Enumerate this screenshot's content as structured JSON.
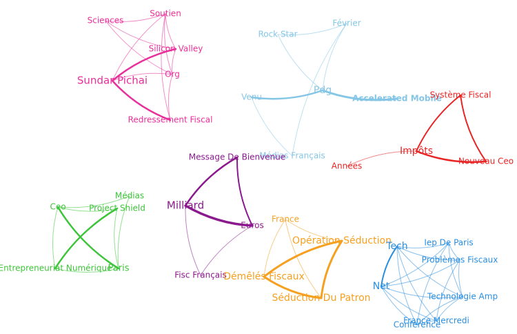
{
  "graph": {
    "clusters": [
      {
        "id": "pink",
        "color": "#e8309a",
        "nodes": [
          {
            "id": "sciences",
            "label": "Sciences",
            "size": 12
          },
          {
            "id": "soutien",
            "label": "Soutien",
            "size": 12
          },
          {
            "id": "silicon_valley",
            "label": "Silicon Valley",
            "size": 12
          },
          {
            "id": "org",
            "label": "Org",
            "size": 12
          },
          {
            "id": "sundar_pichai",
            "label": "Sundar Pichai",
            "size": 15
          },
          {
            "id": "redressement_fiscal",
            "label": "Redressement Fiscal",
            "size": 12
          }
        ],
        "edges": [
          [
            "sciences",
            "soutien",
            1
          ],
          [
            "sciences",
            "org",
            1
          ],
          [
            "sciences",
            "silicon_valley",
            1
          ],
          [
            "soutien",
            "silicon_valley",
            1
          ],
          [
            "soutien",
            "sundar_pichai",
            1
          ],
          [
            "soutien",
            "org",
            1
          ],
          [
            "silicon_valley",
            "sundar_pichai",
            2.5
          ],
          [
            "silicon_valley",
            "org",
            1
          ],
          [
            "org",
            "sundar_pichai",
            1
          ],
          [
            "org",
            "redressement_fiscal",
            1
          ],
          [
            "sundar_pichai",
            "redressement_fiscal",
            2.5
          ],
          [
            "soutien",
            "redressement_fiscal",
            1
          ]
        ]
      },
      {
        "id": "light-blue",
        "color": "#85c6e6",
        "nodes": [
          {
            "id": "rock_star",
            "label": "Rock Star",
            "size": 12
          },
          {
            "id": "fevrier",
            "label": "Février",
            "size": 12
          },
          {
            "id": "venu",
            "label": "Venu",
            "size": 12
          },
          {
            "id": "pdg",
            "label": "Pdg",
            "size": 14
          },
          {
            "id": "accelerated_mobile",
            "label": "Accelerated Mobile",
            "size": 12,
            "bold": true
          },
          {
            "id": "medias_francais",
            "label": "Médias Français",
            "size": 12
          }
        ],
        "edges": [
          [
            "rock_star",
            "fevrier",
            1
          ],
          [
            "rock_star",
            "pdg",
            1
          ],
          [
            "fevrier",
            "pdg",
            1
          ],
          [
            "venu",
            "pdg",
            2.5
          ],
          [
            "pdg",
            "accelerated_mobile",
            3
          ],
          [
            "venu",
            "medias_francais",
            1
          ],
          [
            "fevrier",
            "medias_francais",
            1
          ]
        ]
      },
      {
        "id": "red",
        "color": "#e82424",
        "nodes": [
          {
            "id": "systeme_fiscal",
            "label": "Système Fiscal",
            "size": 12
          },
          {
            "id": "impots",
            "label": "Impôts",
            "size": 14
          },
          {
            "id": "annees",
            "label": "Années",
            "size": 12
          },
          {
            "id": "nouveau_ceo",
            "label": "Nouveau Ceo",
            "size": 12
          }
        ],
        "edges": [
          [
            "systeme_fiscal",
            "impots",
            2
          ],
          [
            "systeme_fiscal",
            "nouveau_ceo",
            2
          ],
          [
            "impots",
            "nouveau_ceo",
            2.5
          ],
          [
            "impots",
            "annees",
            1
          ]
        ]
      },
      {
        "id": "purple",
        "color": "#8a1a8e",
        "nodes": [
          {
            "id": "message_bienvenue",
            "label": "Message De Bienvenue",
            "size": 12
          },
          {
            "id": "milliard",
            "label": "Milliard",
            "size": 15
          },
          {
            "id": "euros",
            "label": "Euros",
            "size": 12
          },
          {
            "id": "fisc_francais",
            "label": "Fisc Français",
            "size": 12
          }
        ],
        "edges": [
          [
            "message_bienvenue",
            "milliard",
            2.5
          ],
          [
            "message_bienvenue",
            "euros",
            2
          ],
          [
            "milliard",
            "euros",
            3.5
          ],
          [
            "milliard",
            "fisc_francais",
            1
          ],
          [
            "euros",
            "fisc_francais",
            1
          ]
        ]
      },
      {
        "id": "green",
        "color": "#3ec43a",
        "nodes": [
          {
            "id": "medias",
            "label": "Médias",
            "size": 12
          },
          {
            "id": "ceo",
            "label": "Ceo",
            "size": 12
          },
          {
            "id": "project_shield",
            "label": "Project Shield",
            "size": 12
          },
          {
            "id": "entrepreneuriat",
            "label": "Entrepreneuriat Numérique",
            "size": 12
          },
          {
            "id": "paris",
            "label": "Paris",
            "size": 13
          }
        ],
        "edges": [
          [
            "ceo",
            "medias",
            1
          ],
          [
            "ceo",
            "project_shield",
            1
          ],
          [
            "ceo",
            "paris",
            2.5
          ],
          [
            "ceo",
            "entrepreneuriat",
            1
          ],
          [
            "project_shield",
            "entrepreneuriat",
            2.5
          ],
          [
            "project_shield",
            "paris",
            1
          ],
          [
            "medias",
            "paris",
            1
          ],
          [
            "entrepreneuriat",
            "paris",
            1
          ]
        ]
      },
      {
        "id": "orange",
        "color": "#f5a020",
        "nodes": [
          {
            "id": "france",
            "label": "France",
            "size": 12
          },
          {
            "id": "operation_seduction",
            "label": "Opération Séduction",
            "size": 14
          },
          {
            "id": "demeles_fiscaux",
            "label": "Démêlés Fiscaux",
            "size": 14
          },
          {
            "id": "seduction_patron",
            "label": "Séduction Du Patron",
            "size": 14
          }
        ],
        "edges": [
          [
            "france",
            "operation_seduction",
            1
          ],
          [
            "france",
            "demeles_fiscaux",
            1
          ],
          [
            "france",
            "seduction_patron",
            1
          ],
          [
            "operation_seduction",
            "demeles_fiscaux",
            3
          ],
          [
            "operation_seduction",
            "seduction_patron",
            3
          ],
          [
            "demeles_fiscaux",
            "seduction_patron",
            3
          ]
        ]
      },
      {
        "id": "blue",
        "color": "#2a8ee0",
        "nodes": [
          {
            "id": "tech",
            "label": "Tech",
            "size": 14
          },
          {
            "id": "iep_paris",
            "label": "Iep De Paris",
            "size": 12
          },
          {
            "id": "problemes_fiscaux",
            "label": "Problèmes Fiscaux",
            "size": 12
          },
          {
            "id": "net",
            "label": "Net",
            "size": 14
          },
          {
            "id": "technologie_amp",
            "label": "Technologie Amp",
            "size": 12
          },
          {
            "id": "france_mercredi",
            "label": "France Mercredi",
            "size": 12
          },
          {
            "id": "conference",
            "label": "Conference",
            "size": 12
          }
        ],
        "edges": [
          [
            "tech",
            "net",
            2
          ],
          [
            "tech",
            "iep_paris",
            1
          ],
          [
            "tech",
            "problemes_fiscaux",
            1
          ],
          [
            "tech",
            "technologie_amp",
            1
          ],
          [
            "tech",
            "france_mercredi",
            1
          ],
          [
            "tech",
            "conference",
            1
          ],
          [
            "net",
            "iep_paris",
            1
          ],
          [
            "net",
            "problemes_fiscaux",
            1
          ],
          [
            "net",
            "technologie_amp",
            1
          ],
          [
            "net",
            "france_mercredi",
            1
          ],
          [
            "net",
            "conference",
            1
          ],
          [
            "iep_paris",
            "problemes_fiscaux",
            1
          ],
          [
            "iep_paris",
            "technologie_amp",
            1
          ],
          [
            "problemes_fiscaux",
            "technologie_amp",
            1
          ],
          [
            "problemes_fiscaux",
            "france_mercredi",
            1
          ],
          [
            "technologie_amp",
            "france_mercredi",
            1
          ],
          [
            "technologie_amp",
            "conference",
            1
          ],
          [
            "france_mercredi",
            "conference",
            1
          ],
          [
            "iep_paris",
            "conference",
            1
          ]
        ]
      }
    ]
  }
}
